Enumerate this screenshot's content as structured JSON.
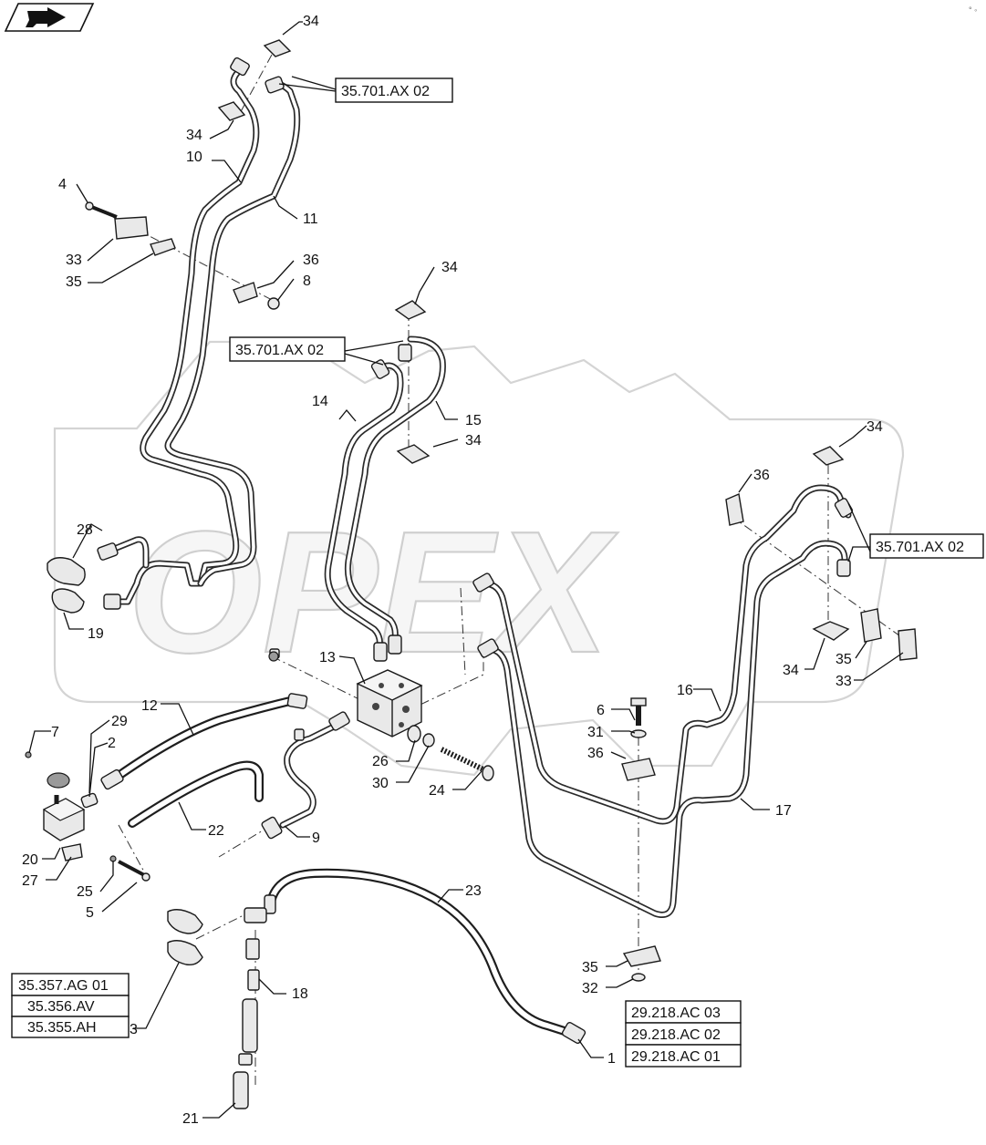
{
  "watermark": "OPEX",
  "nav_icon": "back-arrow-icon",
  "reference_boxes": [
    {
      "id": "ref-35-701-ax-02-top",
      "label": "35.701.AX 02"
    },
    {
      "id": "ref-35-701-ax-02-mid",
      "label": "35.701.AX 02"
    },
    {
      "id": "ref-35-701-ax-02-right",
      "label": "35.701.AX 02"
    }
  ],
  "reference_stacks": [
    {
      "id": "ref-stack-left",
      "labels": [
        "35.357.AG 01",
        "35.356.AV",
        "35.355.AH"
      ]
    },
    {
      "id": "ref-stack-right",
      "labels": [
        "29.218.AC 03",
        "29.218.AC 02",
        "29.218.AC 01"
      ]
    }
  ],
  "callouts": [
    "34",
    "34",
    "10",
    "11",
    "4",
    "33",
    "35",
    "36",
    "8",
    "34",
    "35.701.AX 02",
    "14",
    "15",
    "34",
    "34",
    "36",
    "28",
    "19",
    "13",
    "12",
    "29",
    "2",
    "7",
    "20",
    "27",
    "26",
    "30",
    "24",
    "22",
    "9",
    "25",
    "5",
    "23",
    "6",
    "31",
    "36",
    "16",
    "17",
    "34",
    "35",
    "33",
    "18",
    "3",
    "21",
    "35",
    "32",
    "1"
  ]
}
